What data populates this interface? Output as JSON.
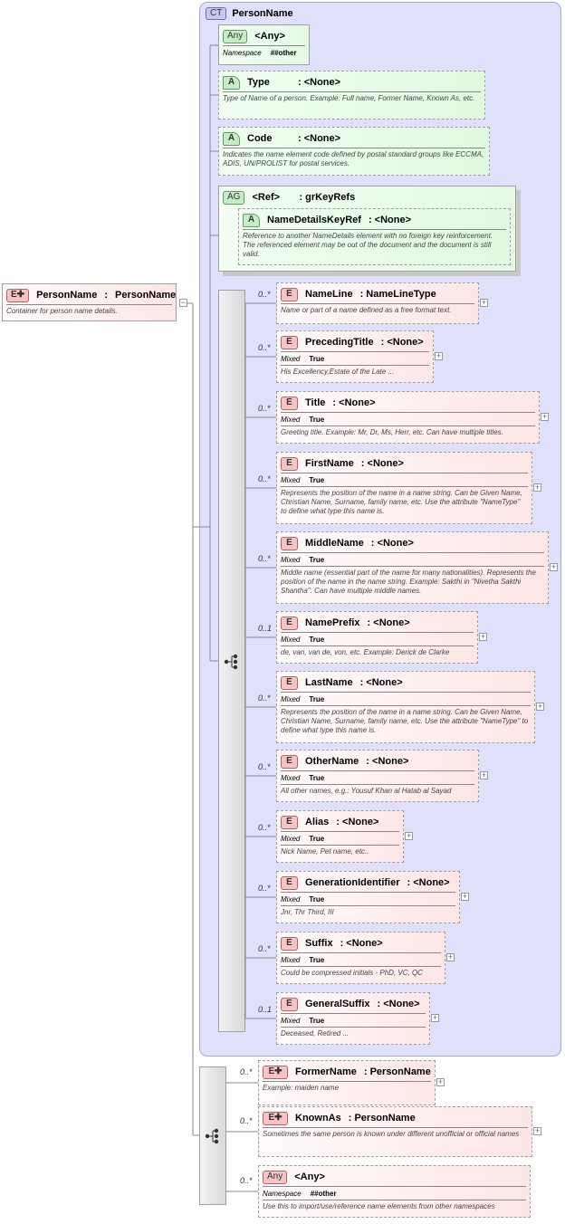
{
  "root": {
    "badge": "E",
    "label": "PersonName",
    "sep": ":",
    "type": "PersonName",
    "doc": "Container for person name details."
  },
  "complex_type": {
    "badge": "CT",
    "name": "PersonName"
  },
  "any_top": {
    "badge": "Any",
    "title": "<Any>",
    "prop_label": "Namespace",
    "prop_value": "##other"
  },
  "attributes": [
    {
      "badge": "A",
      "name": "Type",
      "type": ": <None>",
      "doc": "Type of Name of a person. Example: Full name, Former Name, Known As, etc."
    },
    {
      "badge": "A",
      "name": "Code",
      "type": ": <None>",
      "doc": "Indicates the name element code defined by postal standard groups like ECCMA, ADIS, UN/PROLIST for postal services."
    }
  ],
  "attr_group": {
    "badge": "AG",
    "title": "<Ref>",
    "type": ": grKeyRefs",
    "inner": {
      "badge": "A",
      "name": "NameDetailsKeyRef",
      "type": ": <None>",
      "doc": "Reference to another NameDetails element with no foreign key reinforcement. The referenced element may be out of the document and the document is still valid."
    }
  },
  "elements": [
    {
      "card": "0..*",
      "name": "NameLine",
      "type": ": NameLineType",
      "mixed": null,
      "doc": "Name or part of a name defined as a free format text."
    },
    {
      "card": "0..*",
      "name": "PrecedingTitle",
      "type": ": <None>",
      "mixed": "True",
      "doc": "His Excellency,Estate of the Late ..."
    },
    {
      "card": "0..*",
      "name": "Title",
      "type": ": <None>",
      "mixed": "True",
      "doc": "Greeting title. Example: Mr, Dr, Ms, Herr, etc. Can have multiple titles."
    },
    {
      "card": "0..*",
      "name": "FirstName",
      "type": ": <None>",
      "mixed": "True",
      "doc": "Represents the position of the name in a name string. Can be Given Name, Christian Name, Surname, family name, etc. Use the attribute \"NameType\" to define what type this name is."
    },
    {
      "card": "0..*",
      "name": "MiddleName",
      "type": ": <None>",
      "mixed": "True",
      "doc": "Middle name (essential part of the name for many nationalities). Represents the position of the name in the name string. Example: Sakthi in \"Nivetha Sakthi Shantha\". Can have multiple middle names."
    },
    {
      "card": "0..1",
      "name": "NamePrefix",
      "type": ": <None>",
      "mixed": "True",
      "doc": "de, van, van de, von, etc. Example: Derick de Clarke"
    },
    {
      "card": "0..*",
      "name": "LastName",
      "type": ": <None>",
      "mixed": "True",
      "doc": "Represents the position of the name in a name string. Can be Given Name, Christian Name, Surname, family name, etc. Use the attribute \"NameType\" to define what type this name is."
    },
    {
      "card": "0..*",
      "name": "OtherName",
      "type": ": <None>",
      "mixed": "True",
      "doc": "All other names, e.g.: Yousuf Khan al Hatab al Sayad"
    },
    {
      "card": "0..*",
      "name": "Alias",
      "type": ": <None>",
      "mixed": "True",
      "doc": "Nick Name, Pet name, etc.."
    },
    {
      "card": "0..*",
      "name": "GenerationIdentifier",
      "type": ": <None>",
      "mixed": "True",
      "doc": "Jnr, Thr Third, III"
    },
    {
      "card": "0..*",
      "name": "Suffix",
      "type": ": <None>",
      "mixed": "True",
      "doc": "Could be compressed initials - PhD, VC, QC"
    },
    {
      "card": "0..1",
      "name": "GeneralSuffix",
      "type": ": <None>",
      "mixed": "True",
      "doc": "Deceased, Retired ..."
    }
  ],
  "mixed_label": "Mixed",
  "outer": [
    {
      "card": "0..*",
      "kind": "E+",
      "name": "FormerName",
      "type": ": PersonName",
      "doc": "Example: maiden name"
    },
    {
      "card": "0..*",
      "kind": "E+",
      "name": "KnownAs",
      "type": ": PersonName",
      "doc": "Sometimes the same person is known under different unofficial or official names"
    },
    {
      "card": "0..*",
      "kind": "Any",
      "name": "<Any>",
      "prop_label": "Namespace",
      "prop_value": "##other",
      "doc": "Use this to import/use/reference name elements from other namespaces"
    }
  ],
  "colors": {
    "complex_bg": "#dfe0fb",
    "element_bg": "#fde6e6",
    "attribute_bg": "#e0f8e0"
  }
}
